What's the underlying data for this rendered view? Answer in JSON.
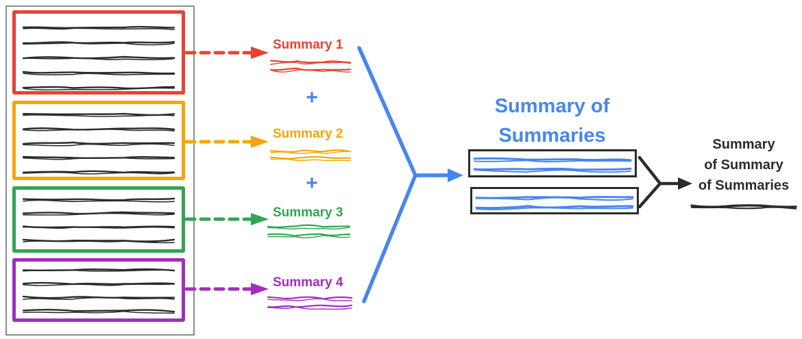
{
  "colors": {
    "red": "#E64334",
    "orange": "#F5A604",
    "green": "#30A552",
    "purple": "#A32CC0",
    "blue": "#4786F0",
    "ink": "#2B2B2B",
    "gray": "#8C8C8C"
  },
  "documents": [
    {
      "name": "document-1",
      "color": "red",
      "text_lines": 5
    },
    {
      "name": "document-2",
      "color": "orange",
      "text_lines": 5
    },
    {
      "name": "document-3",
      "color": "green",
      "text_lines": 4
    },
    {
      "name": "document-4",
      "color": "purple",
      "text_lines": 4
    }
  ],
  "summaries": [
    {
      "label": "Summary 1",
      "color": "red"
    },
    {
      "label": "Summary 2",
      "color": "orange"
    },
    {
      "label": "Summary 3",
      "color": "green"
    },
    {
      "label": "Summary 4",
      "color": "purple"
    }
  ],
  "operators": {
    "plus": "+"
  },
  "summary_of_summaries": {
    "title_line1": "Summary of",
    "title_line2": "Summaries",
    "color": "blue",
    "boxes": 2
  },
  "final_summary": {
    "label_line1": "Summary",
    "label_line2": "of Summary",
    "label_line3": "of Summaries",
    "color": "ink"
  }
}
